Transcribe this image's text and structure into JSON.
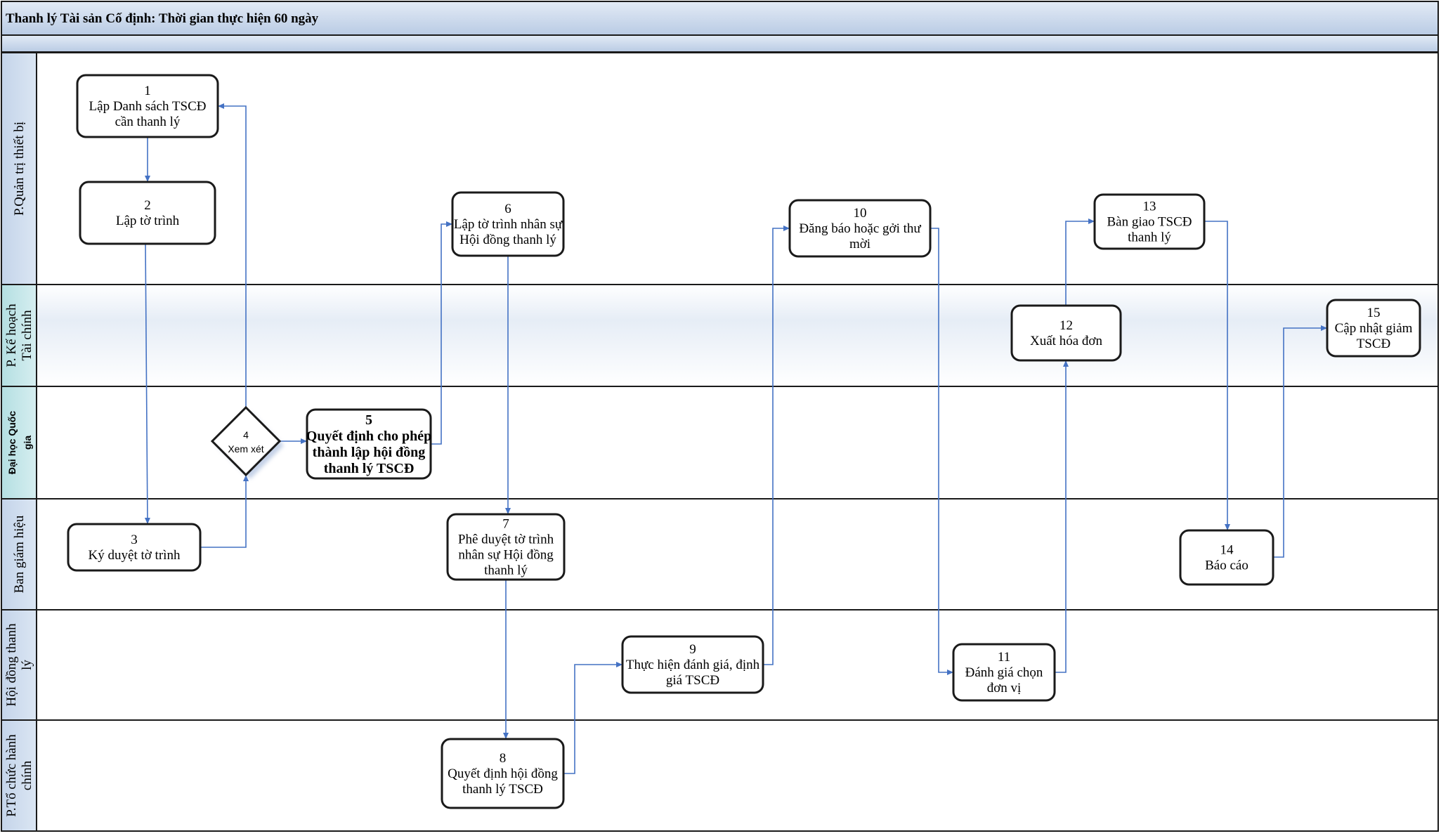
{
  "title": "Thanh lý Tài sản Cố định: Thời gian thực hiện 60 ngày",
  "colors": {
    "header_fill": "#c6d5ea",
    "lane_label_fill": "#c6d5ea",
    "lane_label_accent": "#bfe4e6",
    "border": "#1a1a1a",
    "arrow": "#4472c4"
  },
  "lanes": [
    {
      "id": "qttb",
      "label": "P.Quản trị thiết bị"
    },
    {
      "id": "khtc",
      "label": "P. Kế hoạch Tài chính"
    },
    {
      "id": "dhqg",
      "label": "Đại học Quốc gia"
    },
    {
      "id": "bgh",
      "label": "Ban giám hiệu"
    },
    {
      "id": "hdtl",
      "label": "Hội đồng thanh lý"
    },
    {
      "id": "tchc",
      "label": "P.Tổ chức hành chính"
    }
  ],
  "nodes": [
    {
      "id": "n1",
      "num": "1",
      "lines": [
        "Lập Danh sách TSCĐ",
        "cần thanh lý"
      ]
    },
    {
      "id": "n2",
      "num": "2",
      "lines": [
        "Lập tờ trình"
      ]
    },
    {
      "id": "n3",
      "num": "3",
      "lines": [
        "Ký duyệt tờ trình"
      ]
    },
    {
      "id": "n4",
      "num": "4",
      "lines": [
        "Xem xét"
      ],
      "shape": "diamond"
    },
    {
      "id": "n5",
      "num": "5",
      "lines": [
        "Quyết định cho phép",
        "thành lập hội đồng",
        "thanh lý TSCĐ"
      ],
      "bold": true
    },
    {
      "id": "n6",
      "num": "6",
      "lines": [
        "Lập tờ trình nhân sự",
        "Hội đồng thanh lý"
      ]
    },
    {
      "id": "n7",
      "num": "7",
      "lines": [
        "Phê duyệt tờ trình",
        "nhân sự Hội đồng",
        "thanh lý"
      ]
    },
    {
      "id": "n8",
      "num": "8",
      "lines": [
        "Quyết định hội đồng",
        "thanh lý TSCĐ"
      ]
    },
    {
      "id": "n9",
      "num": "9",
      "lines": [
        "Thực hiện đánh giá, định",
        "giá TSCĐ"
      ]
    },
    {
      "id": "n10",
      "num": "10",
      "lines": [
        "Đăng báo hoặc gởi thư",
        "mời"
      ]
    },
    {
      "id": "n11",
      "num": "11",
      "lines": [
        "Đánh giá chọn",
        "đơn vị"
      ]
    },
    {
      "id": "n12",
      "num": "12",
      "lines": [
        "Xuất hóa đơn"
      ]
    },
    {
      "id": "n13",
      "num": "13",
      "lines": [
        "Bàn giao TSCĐ",
        "thanh lý"
      ]
    },
    {
      "id": "n14",
      "num": "14",
      "lines": [
        "Báo cáo"
      ]
    },
    {
      "id": "n15",
      "num": "15",
      "lines": [
        "Cập nhật giảm",
        "TSCĐ"
      ]
    }
  ],
  "edges": [
    {
      "from": "n1",
      "to": "n2"
    },
    {
      "from": "n2",
      "to": "n3"
    },
    {
      "from": "n3",
      "to": "n4"
    },
    {
      "from": "n4",
      "to": "n1"
    },
    {
      "from": "n4",
      "to": "n5"
    },
    {
      "from": "n5",
      "to": "n6"
    },
    {
      "from": "n6",
      "to": "n7"
    },
    {
      "from": "n7",
      "to": "n8"
    },
    {
      "from": "n8",
      "to": "n9"
    },
    {
      "from": "n9",
      "to": "n10"
    },
    {
      "from": "n10",
      "to": "n11"
    },
    {
      "from": "n11",
      "to": "n12"
    },
    {
      "from": "n12",
      "to": "n13"
    },
    {
      "from": "n13",
      "to": "n14"
    },
    {
      "from": "n14",
      "to": "n15"
    }
  ]
}
